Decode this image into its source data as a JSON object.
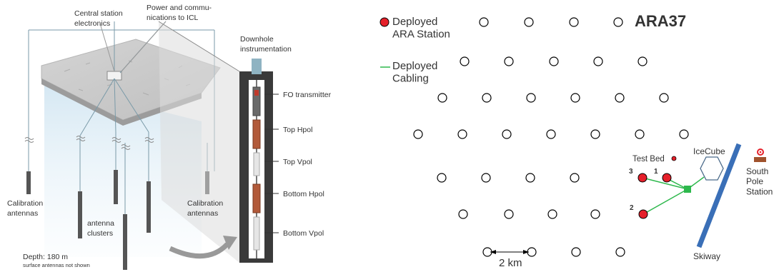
{
  "left_diagram": {
    "central_station": "Central station\nelectronics",
    "power_comm": "Power and commu-\nnications to ICL",
    "downhole": "Downhole\ninstrumentation",
    "calibration_left": "Calibration\nantennas",
    "calibration_right": "Calibration\nantennas",
    "antenna_clusters": "antenna\nclusters",
    "depth": "Depth: 180 m",
    "surface_note": "surface antennas not shown",
    "instruments": [
      "FO transmitter",
      "Top Hpol",
      "Top Vpol",
      "Bottom Hpol",
      "Bottom Vpol"
    ]
  },
  "right_map": {
    "title": "ARA37",
    "legend_station": "Deployed\nARA Station",
    "legend_cabling": "Deployed\nCabling",
    "test_bed": "Test Bed",
    "icecube": "IceCube",
    "south_pole": "South\nPole\nStation",
    "skiway": "Skiway",
    "scale": "2 km",
    "station_numbers": [
      "1",
      "2",
      "3"
    ],
    "colors": {
      "deployed": "#e5202a",
      "cabling": "#2db84c",
      "skiway": "#3a6fb7",
      "icecube": "#4a6a8a",
      "pole_base": "#a0522d"
    }
  }
}
